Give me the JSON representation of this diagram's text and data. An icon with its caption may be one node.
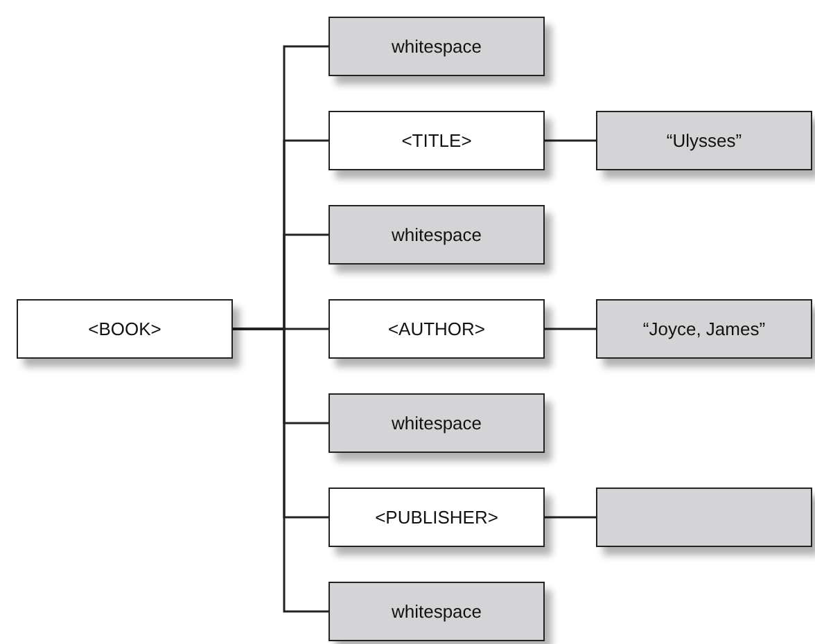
{
  "diagram": {
    "nodes": [
      {
        "text": [
          "<BOOK>"
        ]
      },
      {
        "text": [
          "whitespace"
        ]
      },
      {
        "text": [
          "<TITLE>"
        ]
      },
      {
        "text": [
          "“Ulysses”"
        ]
      },
      {
        "text": [
          "whitespace"
        ]
      },
      {
        "text": [
          "<AUTHOR>"
        ]
      },
      {
        "text": [
          "“Joyce, James”"
        ]
      },
      {
        "text": [
          "whitespace"
        ]
      },
      {
        "text": [
          "<PUBLISHER>"
        ]
      },
      {
        "text": [],
        "shape": "box"
      },
      {
        "text": [
          "whitespace"
        ]
      }
    ],
    "edges": [
      {
        "from": 0,
        "to": 1,
        "arrow": "none"
      },
      {
        "from": 0,
        "to": 2,
        "arrow": "none"
      },
      {
        "from": 2,
        "to": 3,
        "arrow": "none"
      },
      {
        "from": 0,
        "to": 4,
        "arrow": "none"
      },
      {
        "from": 0,
        "to": 5,
        "arrow": "none"
      },
      {
        "from": 5,
        "to": 6,
        "arrow": "none"
      },
      {
        "from": 0,
        "to": 7,
        "arrow": "none"
      },
      {
        "from": 0,
        "to": 8,
        "arrow": "none"
      },
      {
        "from": 8,
        "to": 9,
        "arrow": "none"
      },
      {
        "from": 0,
        "to": 10,
        "arrow": "none"
      }
    ]
  }
}
